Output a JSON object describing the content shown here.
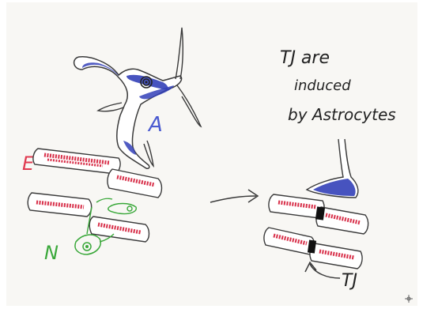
{
  "labels": {
    "astrocyte": "A",
    "endothelium": "E",
    "neuron": "N",
    "note_line1": "TJ are",
    "note_line2": "induced",
    "note_line3": "by Astrocytes",
    "tight_junction": "TJ"
  },
  "colors": {
    "ink": "#3a3a3a",
    "astrocyte_fill": "#3340b8",
    "astrocyte_label": "#4a5ad0",
    "endothelium_hatch": "#d8304a",
    "endothelium_label": "#e03a50",
    "neuron": "#3aa83a",
    "junction_mark": "#111111"
  },
  "icons": {
    "crosshair": "crosshair-icon"
  }
}
